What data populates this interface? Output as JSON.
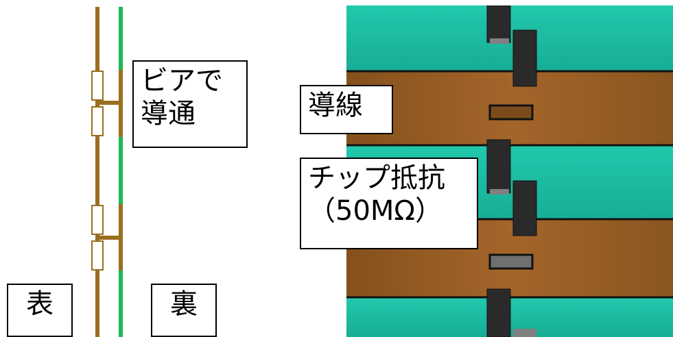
{
  "labels": {
    "via": "ビアで\n導通",
    "front": "表",
    "back": "裏",
    "wire": "導線",
    "chip": "チップ抵抗\n（50MΩ）"
  },
  "colors": {
    "copper_trace": "#9a6e1e",
    "green_trace": "#1db954",
    "pad_fill": "#ffffff",
    "teal_board": "#1fbfa3",
    "brown_band": "#9a5e22",
    "component_dark": "#2a2a2a",
    "component_grey": "#808080"
  }
}
